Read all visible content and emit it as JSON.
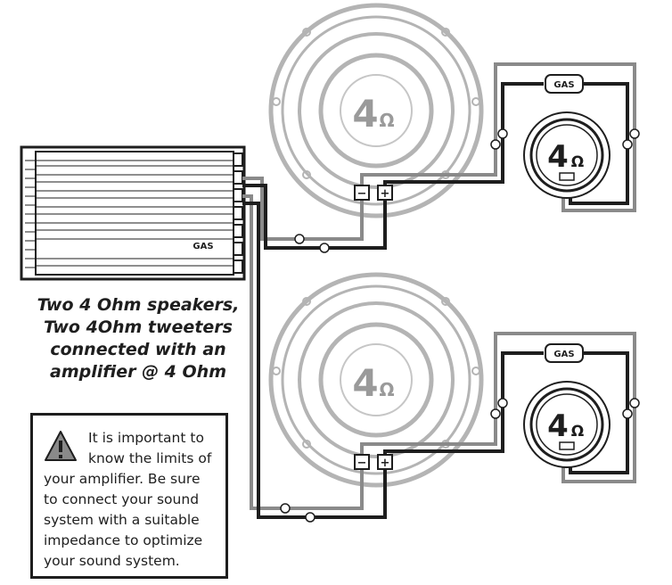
{
  "amplifier": {
    "brand": "GAS"
  },
  "speakers": [
    {
      "impedance_number": "4",
      "impedance_unit": "Ω"
    },
    {
      "impedance_number": "4",
      "impedance_unit": "Ω"
    }
  ],
  "tweeters": [
    {
      "impedance_number": "4",
      "impedance_unit": "Ω"
    },
    {
      "impedance_number": "4",
      "impedance_unit": "Ω"
    }
  ],
  "crossovers": [
    {
      "label": "GAS"
    },
    {
      "label": "GAS"
    }
  ],
  "terminals": {
    "negative": "−",
    "positive": "+"
  },
  "caption": {
    "lines": [
      "Two 4 Ohm speakers,",
      "Two 4Ohm tweeters",
      "connected with an",
      "amplifier @ 4 Ohm"
    ]
  },
  "warning": {
    "lines": [
      "It is important to",
      "know the limits of",
      "your amplifier. Be sure",
      "to connect your sound",
      "system with a suitable",
      "impedance to optimize",
      "your sound system."
    ]
  },
  "colors": {
    "line_dark": "#1e1e1e",
    "line_gray": "#8a8a8a",
    "speaker_gray": "#b4b4b4"
  }
}
